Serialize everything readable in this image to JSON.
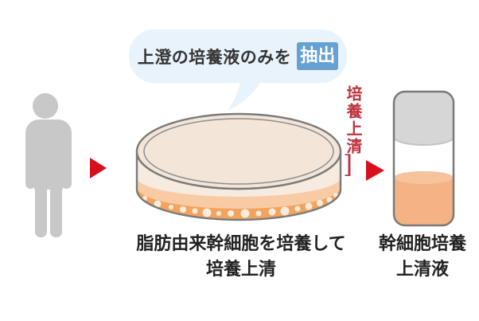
{
  "diagram": {
    "background": "#FFFFFF",
    "person": {
      "icon": "person-silhouette-icon",
      "color": "#C8C8C8"
    },
    "flow_arrow": {
      "icon": "triangle-right-arrow-icon",
      "color": "#D8101E"
    },
    "bubble": {
      "text": "上澄の培養液のみを",
      "highlight_label": "抽出",
      "bg_color": "#E9F3FB",
      "highlight_bg_color": "#66A2D1",
      "highlight_text_color": "#FFFFFF"
    },
    "dish": {
      "icon": "petri-dish-icon",
      "caption_line1": "脂肪由来幹細胞を培養して",
      "caption_line2": "培養上清",
      "top_color": "#F3E5D8",
      "wall_color": "#F7EADE",
      "mid_layer_color": "#F8CBA4",
      "bottom_layer_color": "#F3A45C",
      "cell_dot_color": "#F8ECDF",
      "outline_color": "#7A7A7A"
    },
    "supernatant_label": {
      "text_vertical": "培養上清",
      "bracket_glyph": "]",
      "color": "#BE323C"
    },
    "vial": {
      "icon": "vial-tube-icon",
      "caption_line1": "幹細胞培養",
      "caption_line2": "上清液",
      "cap_color": "#D6D6D6",
      "liquid_color": "#F4B285",
      "liquid_surface_color": "#F7C39C",
      "outline_color": "#7A7A7A"
    },
    "caption_text_color": "#222222"
  }
}
